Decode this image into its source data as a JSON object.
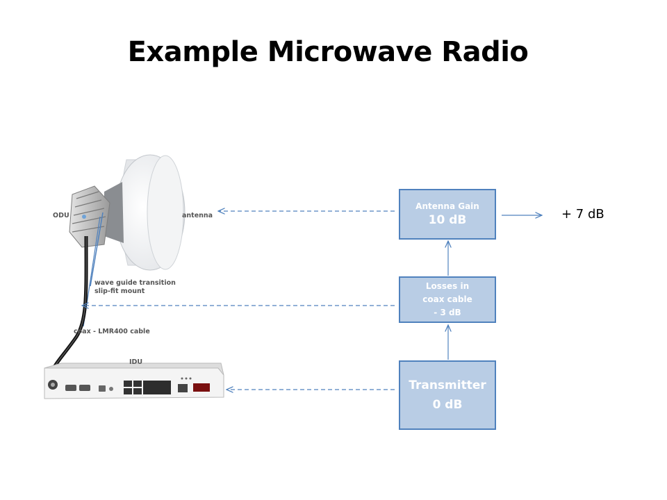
{
  "title": "Example Microwave Radio",
  "blocks": {
    "antenna": {
      "line1": "Antenna Gain",
      "line2": "10 dB"
    },
    "coax": {
      "line1": "Losses in",
      "line2": "coax cable",
      "line3": "- 3 dB"
    },
    "transmitter": {
      "line1": "Transmitter",
      "line2": "0 dB"
    }
  },
  "result": "+ 7 dB",
  "photo_labels": {
    "odu": "ODU",
    "antenna": "antenna",
    "waveguide": "wave guide transition\nslip-fit mount",
    "coax": "coax - LMR400 cable",
    "idu": "IDU"
  },
  "colors": {
    "box_fill": "#b9cde5",
    "box_border": "#4f81bd",
    "arrow": "#4f81bd"
  }
}
